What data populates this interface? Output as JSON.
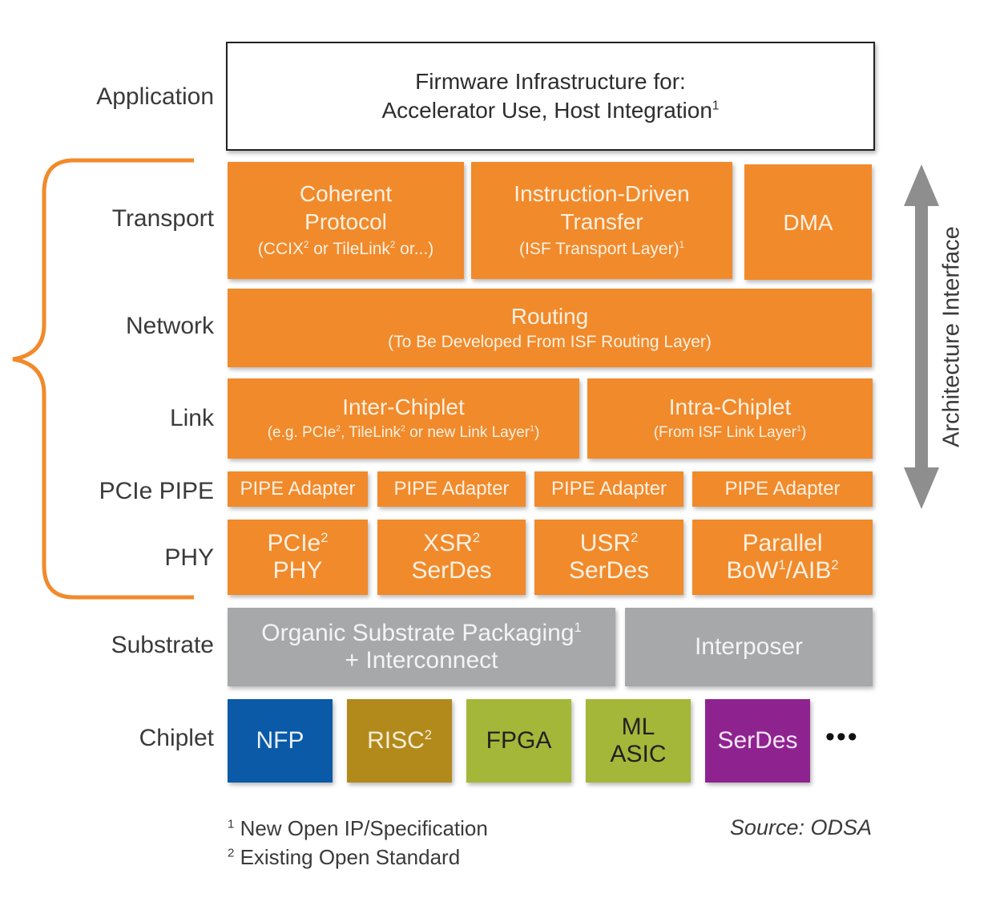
{
  "colors": {
    "orange": "#f18a2b",
    "gray": "#a6a8aa",
    "nfp": "#0a5aa8",
    "risc": "#b28a1b",
    "fpga": "#a5b739",
    "ml_asic": "#a5b739",
    "serdes": "#8e2390",
    "arrow": "#8e8e8e"
  },
  "layers": {
    "application": "Application",
    "transport": "Transport",
    "network": "Network",
    "link": "Link",
    "pcie_pipe": "PCIe PIPE",
    "phy": "PHY",
    "substrate": "Substrate",
    "chiplet": "Chiplet"
  },
  "application": {
    "line1": "Firmware Infrastructure for:",
    "line2": "Accelerator Use, Host Integration",
    "line2_sup": "1"
  },
  "transport": {
    "coherent": {
      "line1": "Coherent",
      "line2": "Protocol",
      "detail_a": "(CCIX",
      "sup_a": "2",
      "detail_b": " or TileLink",
      "sup_b": "2",
      "detail_c": " or...)"
    },
    "instruction": {
      "line1": "Instruction-Driven",
      "line2": "Transfer",
      "detail": "(ISF Transport Layer)",
      "sup": "1"
    },
    "dma": {
      "line1": "DMA"
    }
  },
  "network": {
    "routing": {
      "line1": "Routing",
      "detail": "(To Be Developed From ISF Routing Layer)"
    }
  },
  "link": {
    "inter": {
      "line1": "Inter-Chiplet",
      "detail_a": "(e.g. PCIe",
      "sup_a": "2",
      "detail_b": ", TileLink",
      "sup_b": "2",
      "detail_c": " or new Link Layer",
      "sup_c": "1",
      "detail_d": ")"
    },
    "intra": {
      "line1": "Intra-Chiplet",
      "detail_a": "(From ISF Link Layer",
      "sup_a": "1",
      "detail_b": ")"
    }
  },
  "pipe": [
    "PIPE Adapter",
    "PIPE Adapter",
    "PIPE Adapter",
    "PIPE Adapter"
  ],
  "phy": [
    {
      "line1": "PCIe",
      "sup1": "2",
      "line2": "PHY"
    },
    {
      "line1": "XSR",
      "sup1": "2",
      "line2": "SerDes"
    },
    {
      "line1": "USR",
      "sup1": "2",
      "line2": "SerDes"
    },
    {
      "line1": "Parallel",
      "line2a": "BoW",
      "sup2a": "1",
      "line2b": "/AIB",
      "sup2b": "2"
    }
  ],
  "substrate": {
    "organic": {
      "line1": "Organic Substrate Packaging",
      "sup": "1",
      "line2": "+ Interconnect"
    },
    "interposer": {
      "line1": "Interposer"
    }
  },
  "chiplets": {
    "nfp": "NFP",
    "risc": "RISC",
    "risc_sup": "2",
    "fpga": "FPGA",
    "ml_line1": "ML",
    "ml_line2": "ASIC",
    "serdes": "SerDes",
    "more": "•••"
  },
  "arrow": {
    "label": "Architecture Interface"
  },
  "footnotes": [
    {
      "mark": "1",
      "text": " New Open IP/Specification"
    },
    {
      "mark": "2",
      "text": " Existing Open Standard"
    }
  ],
  "source": "Source: ODSA"
}
